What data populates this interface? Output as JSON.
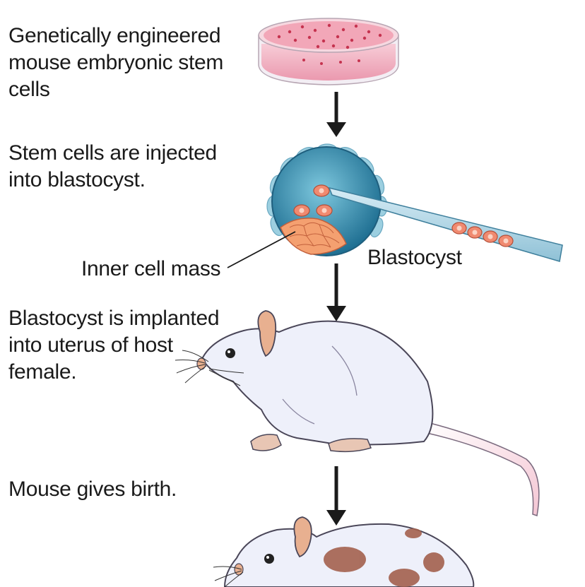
{
  "steps": [
    {
      "text": "Genetically engineered\nmouse embryonic stem\ncells"
    },
    {
      "text": "Stem cells are injected\ninto blastocyst."
    },
    {
      "text": "Blastocyst is implanted\ninto uterus of host\nfemale."
    },
    {
      "text": "Mouse gives birth."
    }
  ],
  "labels": {
    "inner_cell_mass": "Inner cell mass",
    "blastocyst": "Blastocyst"
  },
  "colors": {
    "arrow": "#1a1a1a",
    "dish_medium": "#f2a7b8",
    "blastocyst_fill": "#2f8fb0",
    "blastocyst_rim": "#9ccfe0",
    "stem_cell": "#f08a70",
    "inner_cell_mass": "#f4a070",
    "mouse_body": "#eef0fa",
    "mouse_ear": "#e8b090",
    "chimera_spot": "#a3604e",
    "tail": "#f7d6e0"
  }
}
